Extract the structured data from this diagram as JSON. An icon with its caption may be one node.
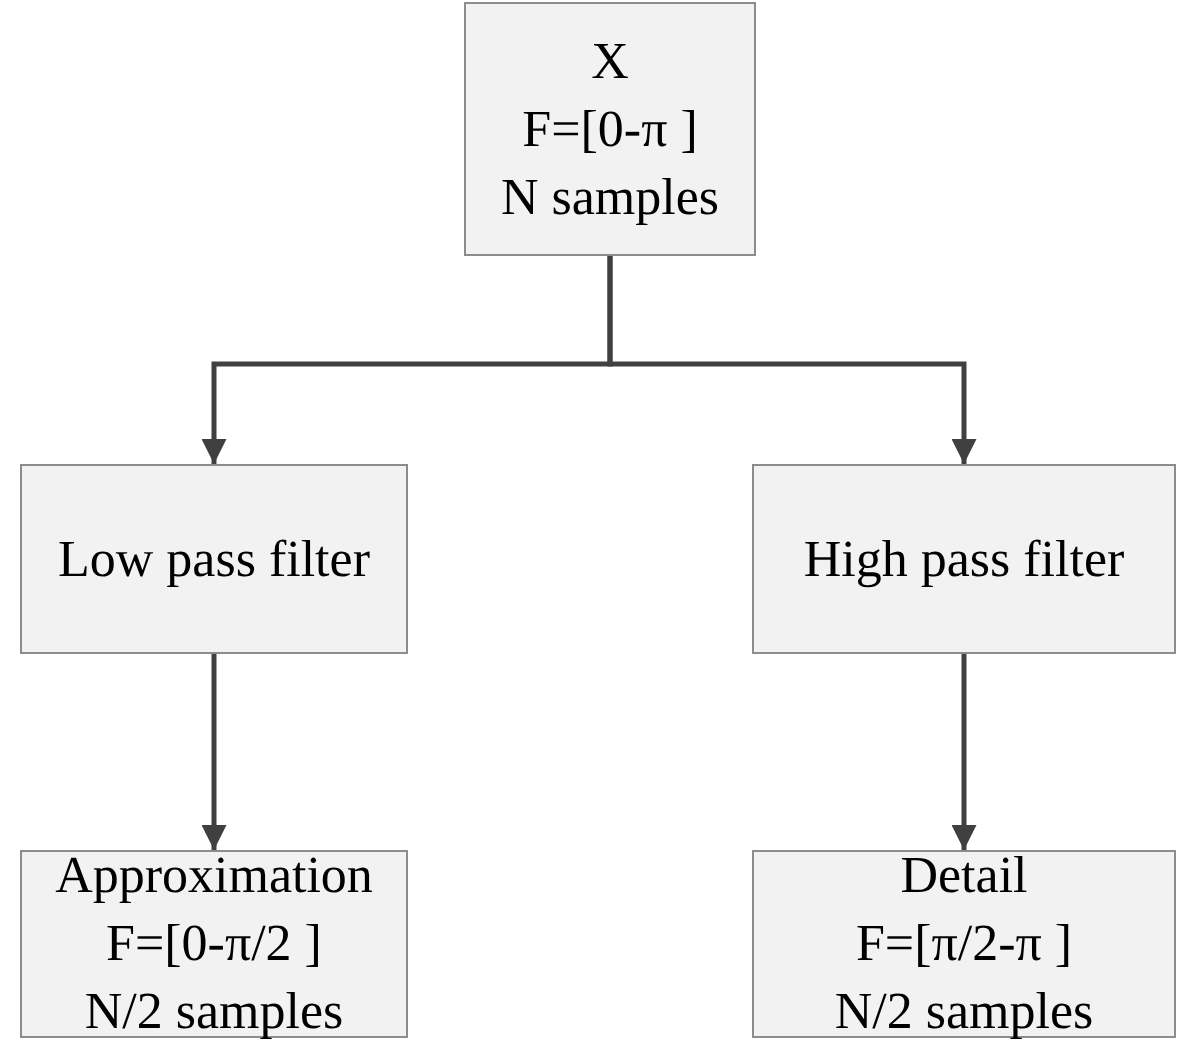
{
  "diagram": {
    "nodes": [
      {
        "text": [
          "X",
          "F=[0-π ]",
          "N samples"
        ]
      },
      {
        "text": [
          "Low pass filter"
        ]
      },
      {
        "text": [
          "High pass filter"
        ]
      },
      {
        "text": [
          "Approximation",
          "F=[0-π/2 ]",
          "N/2 samples"
        ]
      },
      {
        "text": [
          "Detail",
          "F=[π/2-π ]",
          "N/2 samples"
        ]
      }
    ],
    "edges": [
      {
        "from": 0,
        "to": 1,
        "arrow": "to"
      },
      {
        "from": 0,
        "to": 2,
        "arrow": "to"
      },
      {
        "from": 1,
        "to": 3,
        "arrow": "to"
      },
      {
        "from": 2,
        "to": 4,
        "arrow": "to"
      }
    ]
  }
}
